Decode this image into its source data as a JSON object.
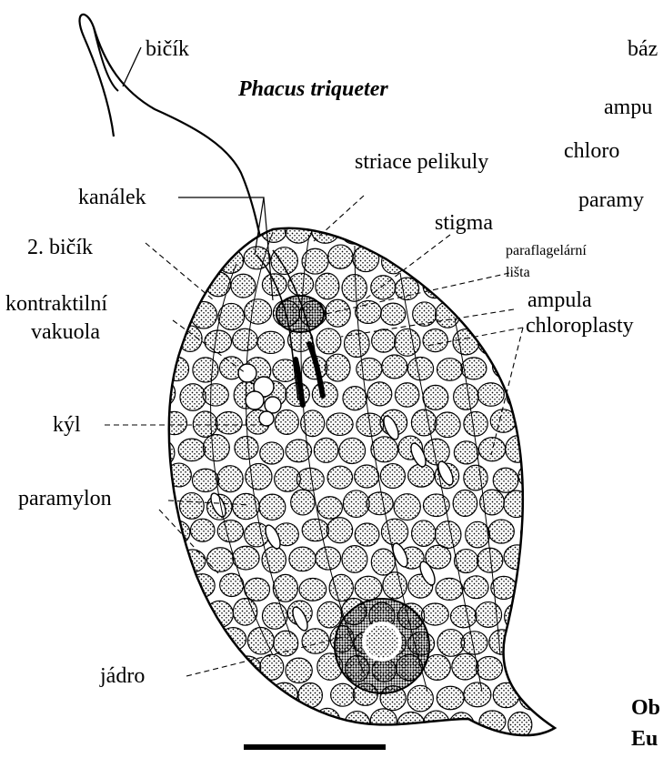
{
  "diagram": {
    "title": "Phacus triqueter",
    "labels": {
      "bicik": "bičík",
      "kanalek": "kanálek",
      "bicik2": "2. bičík",
      "kontraktilni": "kontraktilní",
      "vakuola": "vakuola",
      "kyl": "kýl",
      "paramylon": "paramylon",
      "jadro": "jádro",
      "striace": "striace pelikuly",
      "stigma": "stigma",
      "paraflagelarni": "paraflagelární",
      "lista": "lišta",
      "ampula": "ampula",
      "chloroplasty": "chloroplasty"
    },
    "cropped_right": {
      "baz": "báz",
      "ampu": "ampu",
      "chloro": "chloro",
      "paramy": "paramy",
      "ob": "Ob",
      "eu": "Eu"
    }
  }
}
